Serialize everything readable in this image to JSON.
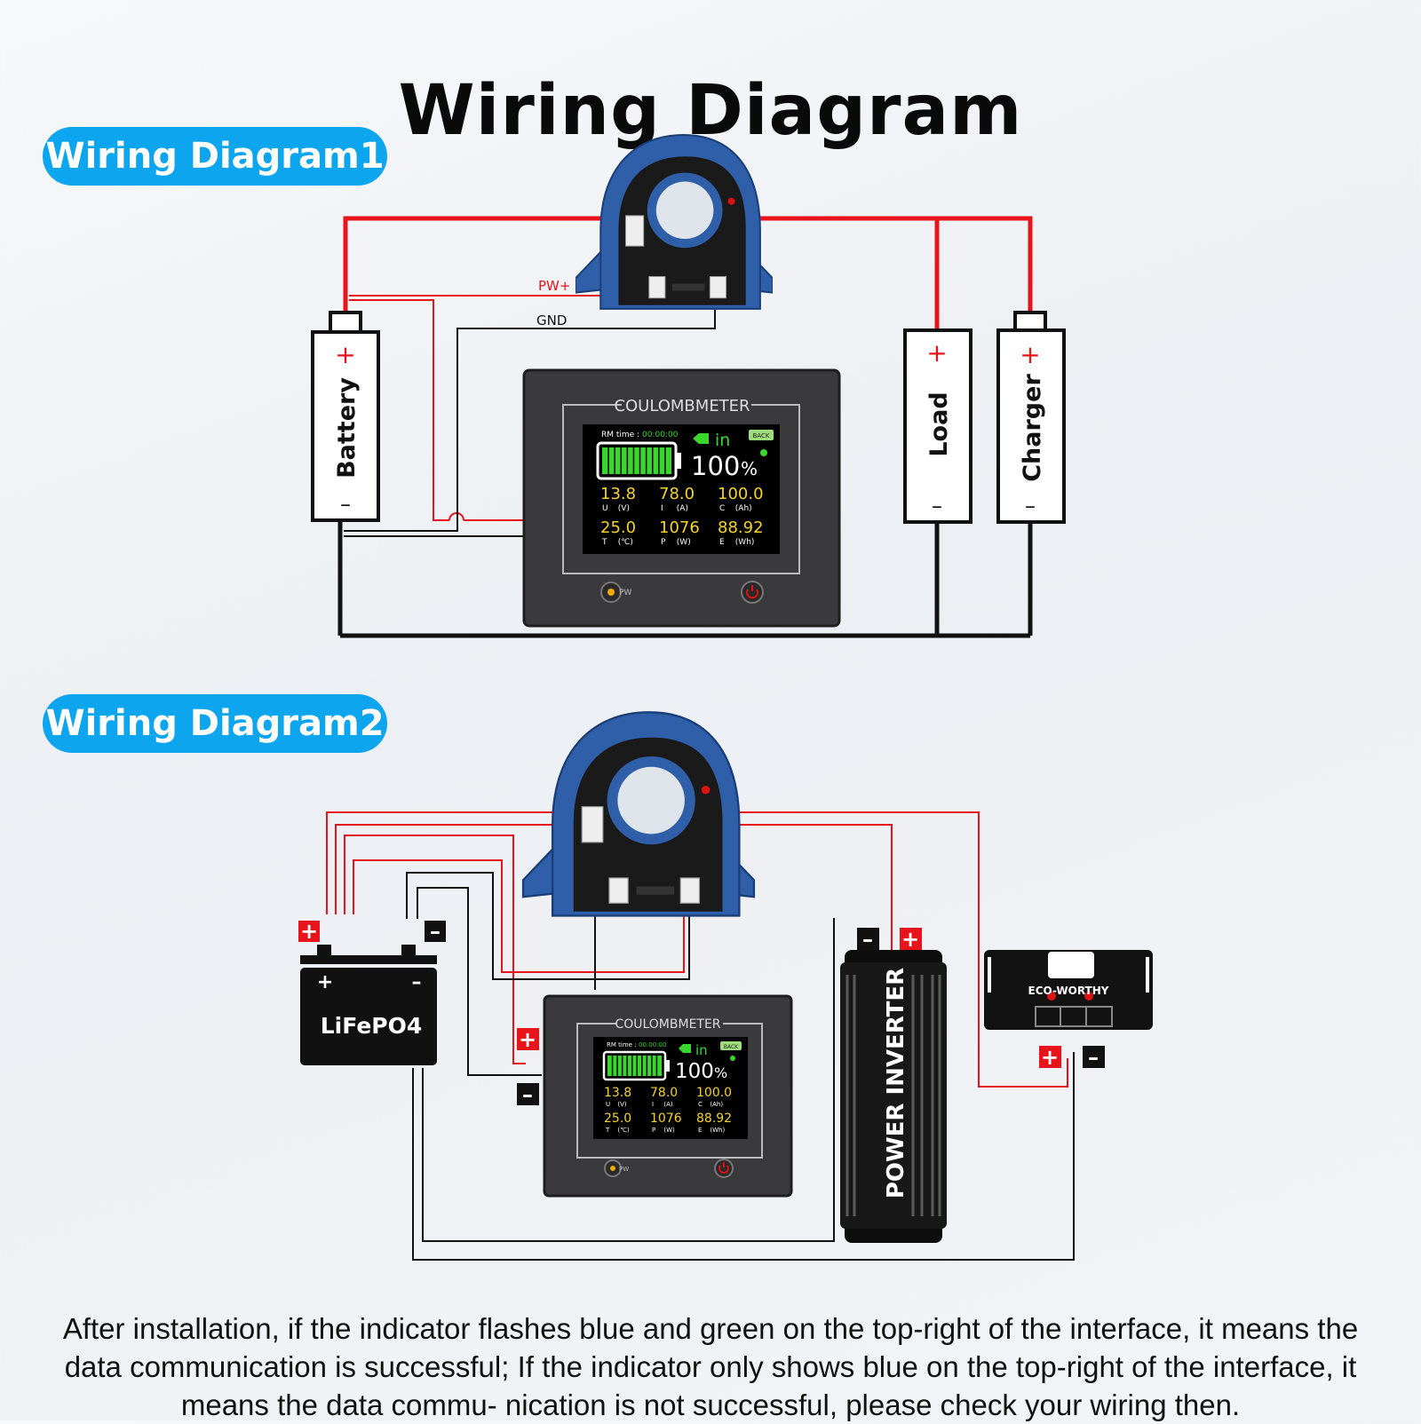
{
  "title": "Wiring Diagram",
  "section1": {
    "label": "Wiring Diagram1",
    "pw_label": "PW+",
    "gnd_label": "GND",
    "battery": {
      "name": "Battery",
      "plus": "+",
      "minus": "–"
    },
    "load": {
      "name": "Load",
      "plus": "+",
      "minus": "–"
    },
    "charger": {
      "name": "Charger",
      "plus": "+",
      "minus": "–"
    }
  },
  "section2": {
    "label": "Wiring Diagram2",
    "battery": {
      "name": "LiFePO4",
      "plus": "+",
      "minus": "–"
    },
    "inverter_label": "POWER INVERTER",
    "controller_label": "ECO-WORTHY",
    "plus_marker": "+",
    "minus_marker": "–"
  },
  "meter": {
    "name": "COULOMBMETER",
    "rm_time_label": "RM time :",
    "rm_time_value": "00:00:00",
    "direction": "in",
    "back_label": "BACK",
    "percent_value": "100",
    "percent_unit": "%",
    "battery_level": 1.0,
    "readings": [
      {
        "value": "13.8",
        "symbol": "U",
        "unit": "(V)"
      },
      {
        "value": "78.0",
        "symbol": "I",
        "unit": "(A)"
      },
      {
        "value": "100.0",
        "symbol": "C",
        "unit": "(Ah)"
      },
      {
        "value": "25.0",
        "symbol": "T",
        "unit": "(℃)"
      },
      {
        "value": "1076",
        "symbol": "P",
        "unit": "(W)"
      },
      {
        "value": "88.92",
        "symbol": "E",
        "unit": "(Wh)"
      }
    ],
    "pw_button_label": "PW"
  },
  "footnote": "After installation, if the indicator flashes blue and green on the top-right of the interface, it means the data communication is successful; If the indicator only shows blue on the top-right of the interface, it means the data commu- nication is not successful, please check your wiring then.",
  "colors": {
    "accent": "#0ea5ef",
    "wire_red": "#e8141b",
    "wire_black": "#111111",
    "sensor_blue": "#2f5fa8",
    "screen_yellow": "#f5d327",
    "screen_green": "#39d62d"
  }
}
